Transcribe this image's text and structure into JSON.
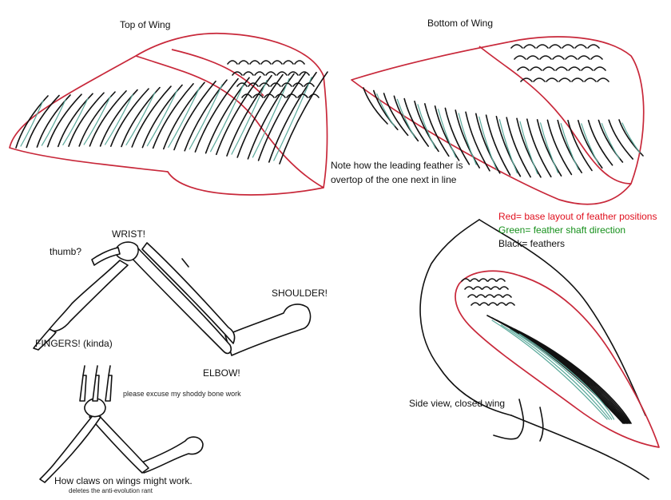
{
  "labels": {
    "top_of_wing": "Top of Wing",
    "bottom_of_wing": "Bottom of Wing",
    "note_line1": "Note how the leading feather is",
    "note_line2": "overtop of the one next in line",
    "legend_red": "Red= base layout of feather positions",
    "legend_green": "Green= feather shaft direction",
    "legend_black": "Black= feathers",
    "wrist": "WRIST!",
    "thumb": "thumb?",
    "shoulder": "SHOULDER!",
    "fingers": "FINGERS! (kinda)",
    "elbow": "ELBOW!",
    "excuse": "please excuse my shoddy bone work",
    "claws": "How claws on wings might work.",
    "deletes": "deletes the anti-evolution rant",
    "side_view": "Side view, closed wing"
  },
  "colors": {
    "red": "#e0101e",
    "green": "#16901b",
    "black": "#111111"
  }
}
